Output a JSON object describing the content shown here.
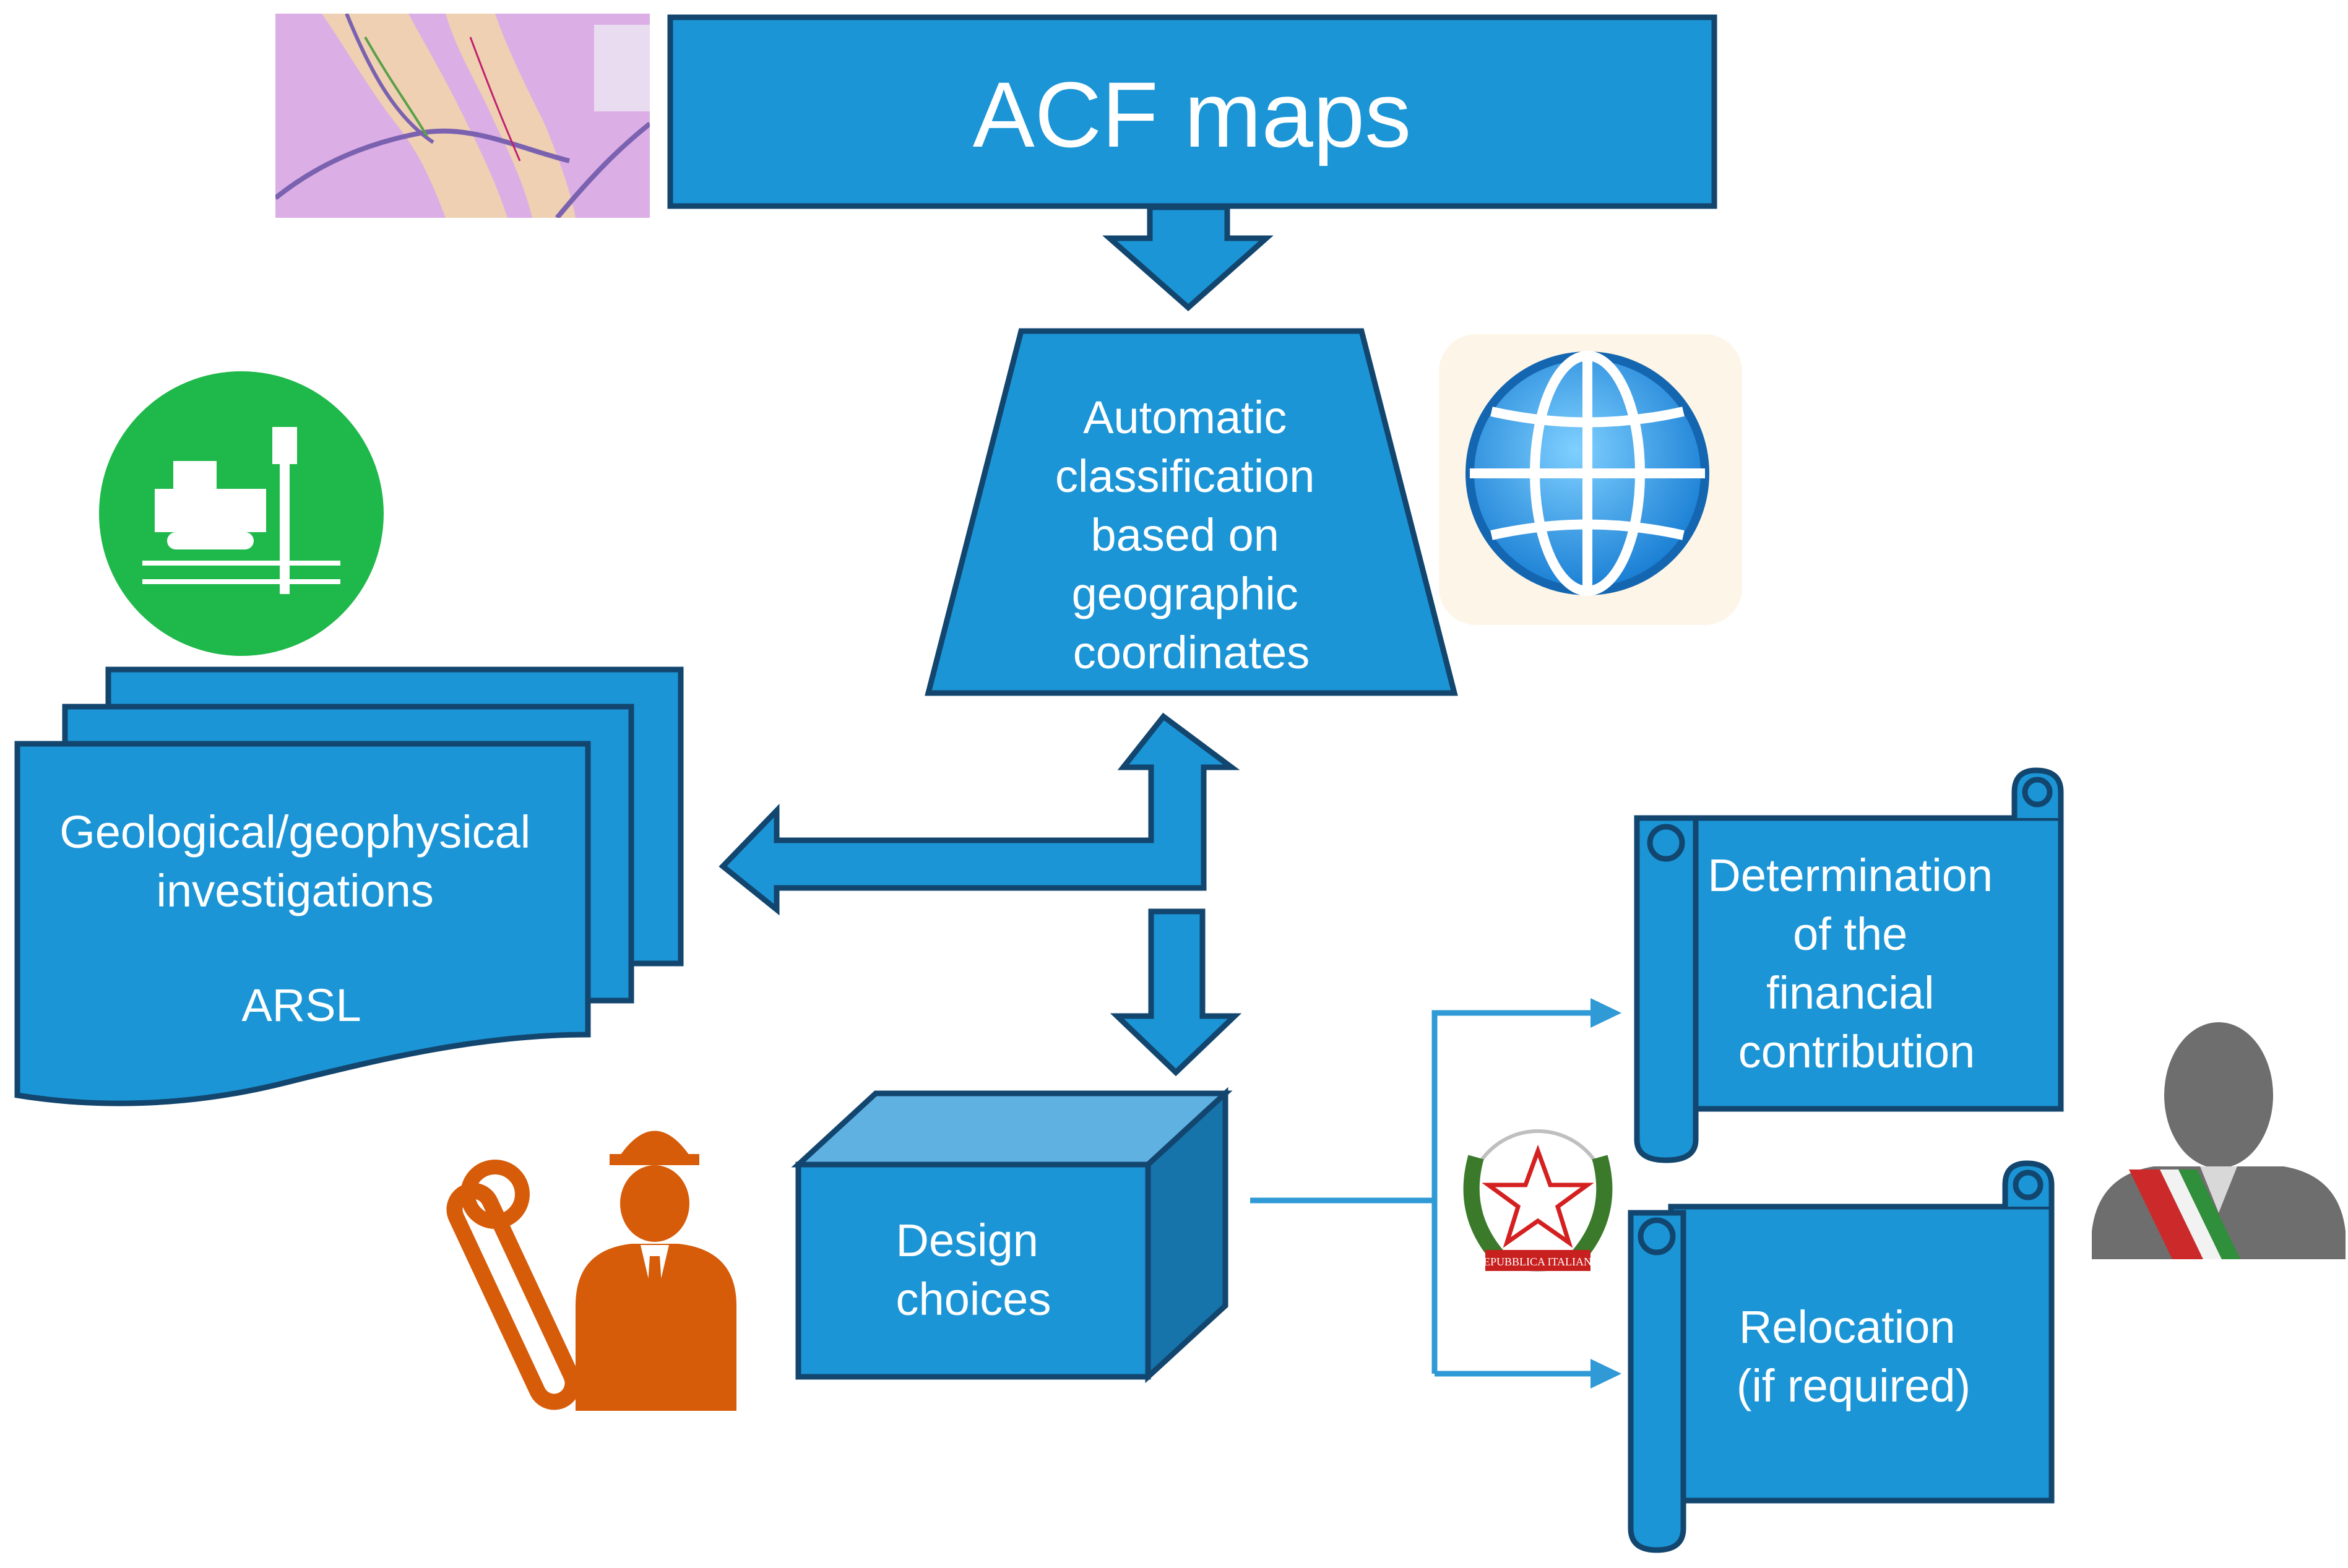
{
  "colors": {
    "box_fill": "#1b95d6",
    "box_stroke": "#12466f",
    "box_top": "#5fb1e2",
    "box_side": "#1674ab",
    "arrow_line": "#2f9ad6",
    "green_circle": "#1fb84a",
    "engineer_orange": "#d65c0a",
    "silhouette_gray": "#6e6e6e",
    "globe_blue": "#1e88d8",
    "map_pink": "#dcaee6"
  },
  "icons": {
    "map": "map-thumbnail-icon",
    "globe": "globe-icon",
    "drilling_rig": "drilling-rig-icon",
    "engineer": "engineer-icon",
    "emblem": "italian-emblem-icon",
    "mayor": "mayor-silhouette-icon"
  },
  "nodes": {
    "acf_maps": "ACF maps",
    "classification": [
      "Automatic",
      "classification",
      "based on",
      "geographic",
      "coordinates"
    ],
    "investigations": [
      "Geological/geophysical",
      "investigations",
      "ARSL"
    ],
    "design": [
      "Design",
      "choices"
    ],
    "contribution": [
      "Determination",
      "of the",
      "financial",
      "contribution"
    ],
    "relocation": [
      "Relocation",
      "(if required)"
    ]
  },
  "emblem_text": "REPUBBLICA ITALIANA"
}
